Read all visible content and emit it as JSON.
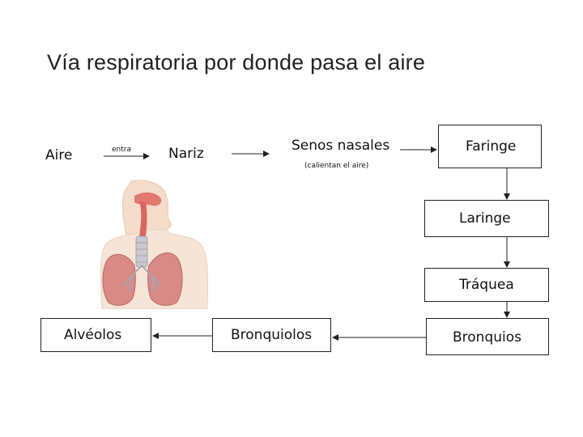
{
  "title": "Vía respiratoria por donde pasa el aire",
  "nodes": {
    "aire": "Aire",
    "entra": "entra",
    "nariz": "Nariz",
    "senos": "Senos nasales",
    "senos_note": "(calientan el aire)",
    "faringe": "Faringe",
    "laringe": "Laringe",
    "traquea": "Tráquea",
    "bronquios": "Bronquios",
    "bronquiolos": "Bronquiolos",
    "alveolos": "Alvéolos"
  },
  "illustration": "respiratory-system-illustration",
  "colors": {
    "border": "#222222",
    "arrow": "#222222"
  }
}
